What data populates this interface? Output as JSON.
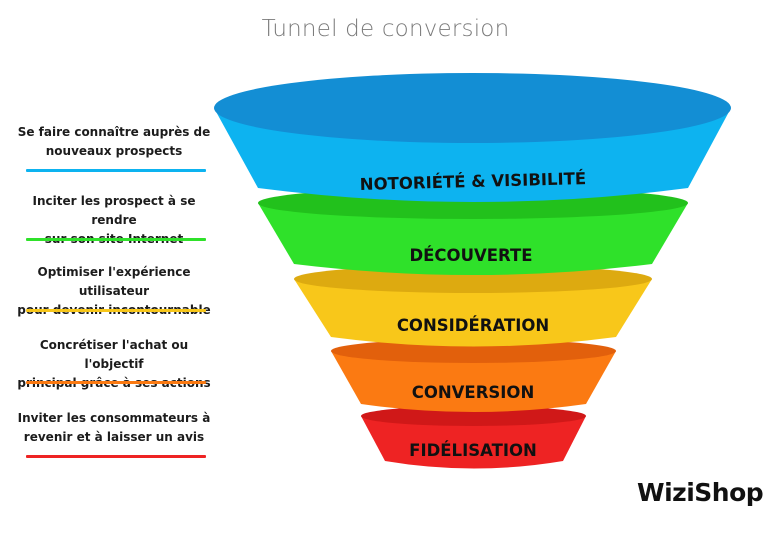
{
  "title": "Tunnel de conversion",
  "stages": [
    {
      "label": "NOTORIÉTÉ & VISIBILITÉ",
      "description_lines": [
        "Se faire connaître auprès de",
        "nouveaux prospects"
      ],
      "color": "#0db3f0",
      "top_color": "#138ed4"
    },
    {
      "label": "DÉCOUVERTE",
      "description_lines": [
        "Inciter les prospect à se rendre",
        "sur son site Internet"
      ],
      "color": "#2fe12a",
      "top_color": "#22c11c"
    },
    {
      "label": "CONSIDÉRATION",
      "description_lines": [
        "Optimiser l'expérience utilisateur",
        "pour devenir incontournable"
      ],
      "color": "#f8c71a",
      "top_color": "#ddaa10"
    },
    {
      "label": "CONVERSION",
      "description_lines": [
        "Concrétiser l'achat ou l'objectif",
        "principal grâce à ses actions"
      ],
      "color": "#fb7a12",
      "top_color": "#e2600c"
    },
    {
      "label": "FIDÉLISATION",
      "description_lines": [
        "Inviter les consommateurs à",
        "revenir et à laisser un avis"
      ],
      "color": "#ee2323",
      "top_color": "#d01818"
    }
  ],
  "logo": "WiziShop"
}
